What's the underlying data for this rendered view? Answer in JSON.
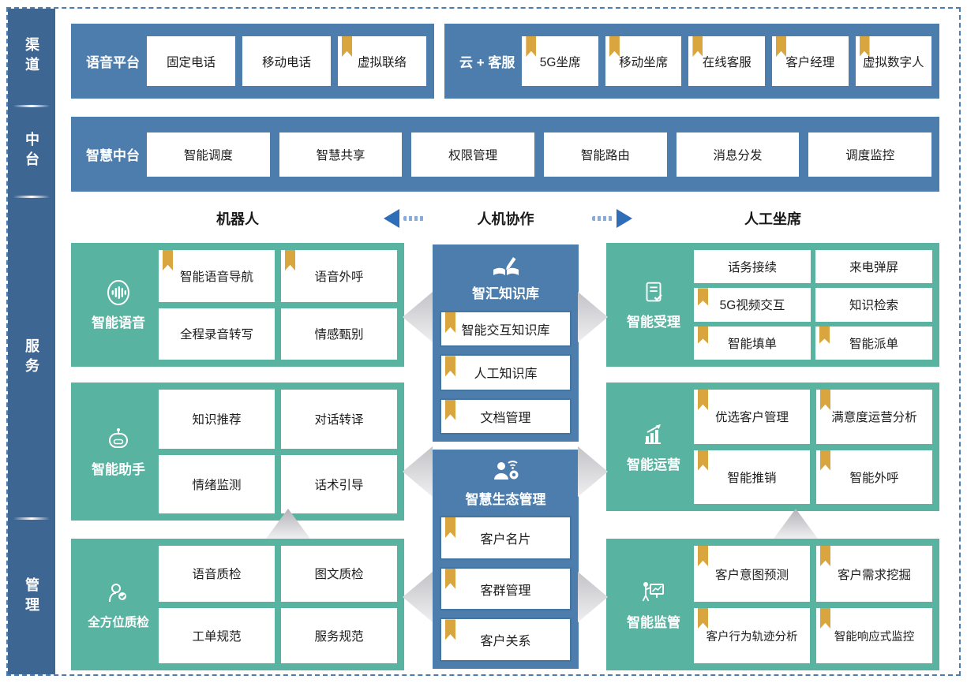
{
  "colors": {
    "container_blue": "#4d7dac",
    "sidebar_blue": "#3e6693",
    "green": "#58b3a1",
    "bookmark_gold": "#d9a53e",
    "arrow_blue": "#2f6db8",
    "dash_border": "#4d7dae"
  },
  "sidebar": {
    "items": [
      "渠道",
      "中台",
      "服务",
      "管理"
    ]
  },
  "rows": {
    "voice": {
      "title": "语音平台",
      "items": [
        "固定电话",
        "移动电话",
        "虚拟联络"
      ],
      "bookmarks": [
        false,
        false,
        true
      ]
    },
    "cloud": {
      "title": "云 + 客服",
      "items": [
        "5G坐席",
        "移动坐席",
        "在线客服",
        "客户经理",
        "虚拟数字人"
      ],
      "bookmarks": [
        true,
        true,
        true,
        true,
        true
      ]
    },
    "middle": {
      "title": "智慧中台",
      "items": [
        "智能调度",
        "智慧共享",
        "权限管理",
        "智能路由",
        "消息分发",
        "调度监控"
      ]
    }
  },
  "modes": {
    "left": "机器人",
    "center": "人机协作",
    "right": "人工坐席"
  },
  "blocks": {
    "voice_ai": {
      "name": "智能语音",
      "icon": "voice-wave-icon",
      "items": [
        "智能语音导航",
        "语音外呼",
        "全程录音转写",
        "情感甄别"
      ],
      "bookmarks": [
        true,
        true,
        false,
        false
      ]
    },
    "assistant": {
      "name": "智能助手",
      "icon": "robot-icon",
      "items": [
        "知识推荐",
        "对话转译",
        "情绪监测",
        "话术引导"
      ],
      "bookmarks": [
        false,
        false,
        false,
        false
      ]
    },
    "quality": {
      "name": "全方位质检",
      "icon": "inspector-icon",
      "items": [
        "语音质检",
        "图文质检",
        "工单规范",
        "服务规范"
      ],
      "bookmarks": [
        false,
        false,
        false,
        false
      ]
    },
    "knowledge": {
      "name": "智汇知识库",
      "icon": "knowledge-book-icon",
      "items": [
        "智能交互知识库",
        "人工知识库",
        "文档管理"
      ],
      "bookmarks": [
        true,
        true,
        true
      ]
    },
    "ecosystem": {
      "name": "智慧生态管理",
      "icon": "ecosystem-person-icon",
      "items": [
        "客户名片",
        "客群管理",
        "客户关系"
      ],
      "bookmarks": [
        true,
        true,
        true
      ]
    },
    "acceptance": {
      "name": "智能受理",
      "icon": "document-check-icon",
      "items": [
        "话务接续",
        "来电弹屏",
        "5G视频交互",
        "知识检索",
        "智能填单",
        "智能派单"
      ],
      "bookmarks": [
        false,
        false,
        true,
        false,
        true,
        true
      ]
    },
    "operation": {
      "name": "智能运营",
      "icon": "chart-growth-icon",
      "items": [
        "优选客户管理",
        "满意度运营分析",
        "智能推销",
        "智能外呼"
      ],
      "bookmarks": [
        true,
        true,
        true,
        true
      ]
    },
    "supervision": {
      "name": "智能监管",
      "icon": "monitor-board-icon",
      "items": [
        "客户意图预测",
        "客户需求挖掘",
        "客户行为轨迹分析",
        "智能响应式监控"
      ],
      "bookmarks": [
        true,
        true,
        true,
        true
      ]
    }
  }
}
